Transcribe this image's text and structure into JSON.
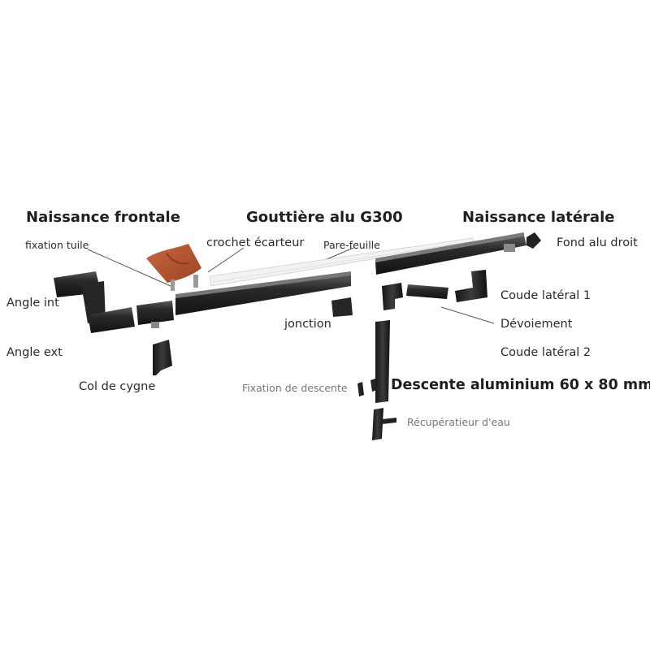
{
  "titles": {
    "naissance_frontale": "Naissance frontale",
    "gouttiere": "Gouttière alu G300",
    "naissance_laterale": "Naissance latérale",
    "descente": "Descente aluminium 60 x 80 mm"
  },
  "labels": {
    "fixation_tuile": "fixation tuile",
    "crochet_ecarteur": "crochet écarteur",
    "pare_feuille": "Pare-feuille",
    "fond_alu_droit": "Fond alu droit",
    "angle_int": "Angle int",
    "angle_ext": "Angle ext",
    "jonction": "jonction",
    "col_de_cygne": "Col de cygne",
    "coude_lateral_1": "Coude latéral 1",
    "devoiement": "Dévoiement",
    "coude_lateral_2": "Coude latéral 2",
    "fixation_descente": "Fixation de descente",
    "recuperateur": "Récupératieur d'eau"
  },
  "colors": {
    "part_dark": "#1e1e1e",
    "part_mid": "#3a3a3a",
    "part_highlight": "#6a6a6a",
    "tile": "#b5532f",
    "leader_line": "#555555",
    "text": "#2b2b2b"
  }
}
